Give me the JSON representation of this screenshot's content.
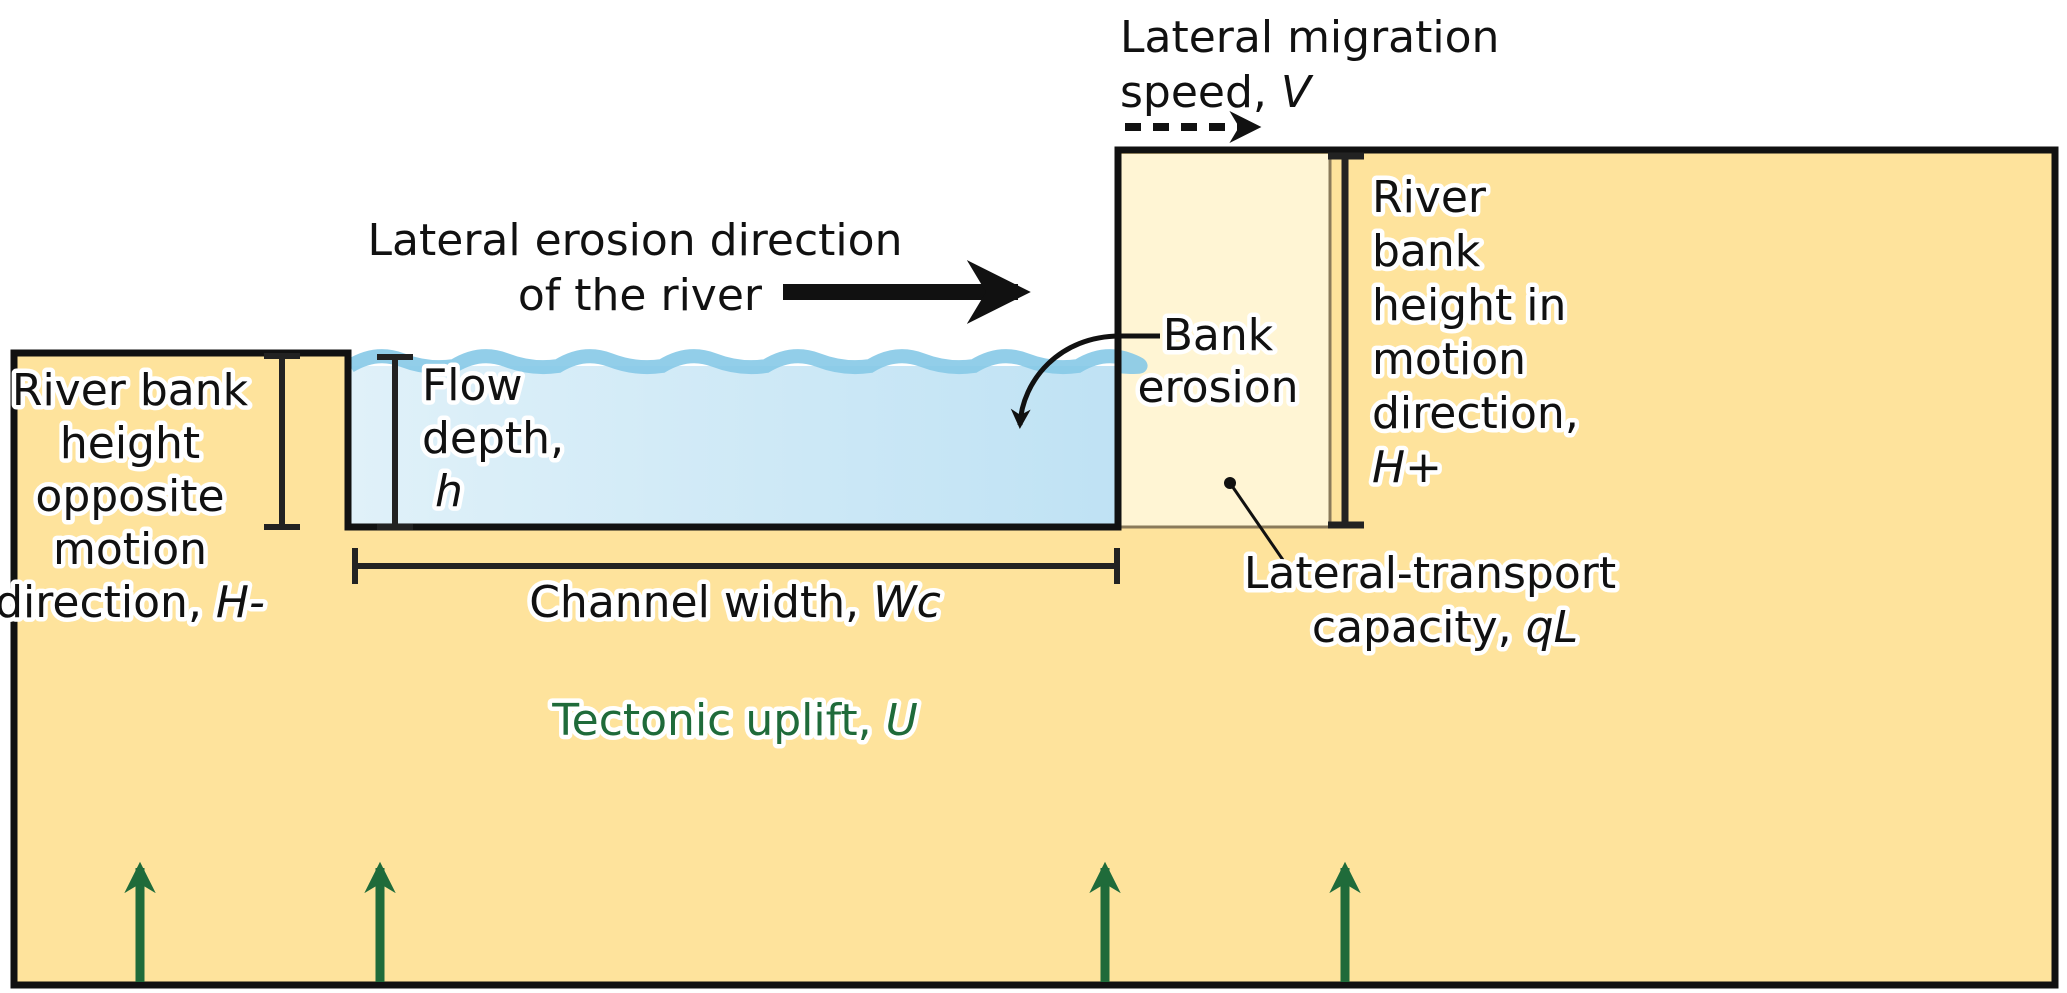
{
  "colors": {
    "ground": "#fee39c",
    "bank_light": "#fff5d4",
    "water_light": "#e0f1f9",
    "water_dark": "#bfe2f4",
    "wave": "#86c9e7",
    "outline": "#111111",
    "uplift": "#1f6b3a"
  },
  "labels": {
    "migration": {
      "line1": "Lateral migration",
      "line2": "speed, ",
      "var": "V"
    },
    "erosion_direction": {
      "line1": "Lateral erosion direction",
      "line2": "of the river"
    },
    "bank_erosion": {
      "line1": "Bank",
      "line2": "erosion"
    },
    "h_plus": {
      "l1": "River",
      "l2": "bank",
      "l3": "height in",
      "l4": "motion",
      "l5": "direction,",
      "var": "H+"
    },
    "h_minus": {
      "l1": "River bank",
      "l2": "height",
      "l3": "opposite",
      "l4": "motion",
      "l5": "direction, ",
      "var": "H-"
    },
    "flow_depth": {
      "l1": "Flow",
      "l2": "depth,",
      "var": "h"
    },
    "channel_width": {
      "text": "Channel width, ",
      "var": "Wc"
    },
    "transport": {
      "l1": "Lateral-transport",
      "l2": "capacity, ",
      "var": "qL"
    },
    "uplift": {
      "text": "Tectonic uplift, ",
      "var": "U"
    }
  }
}
